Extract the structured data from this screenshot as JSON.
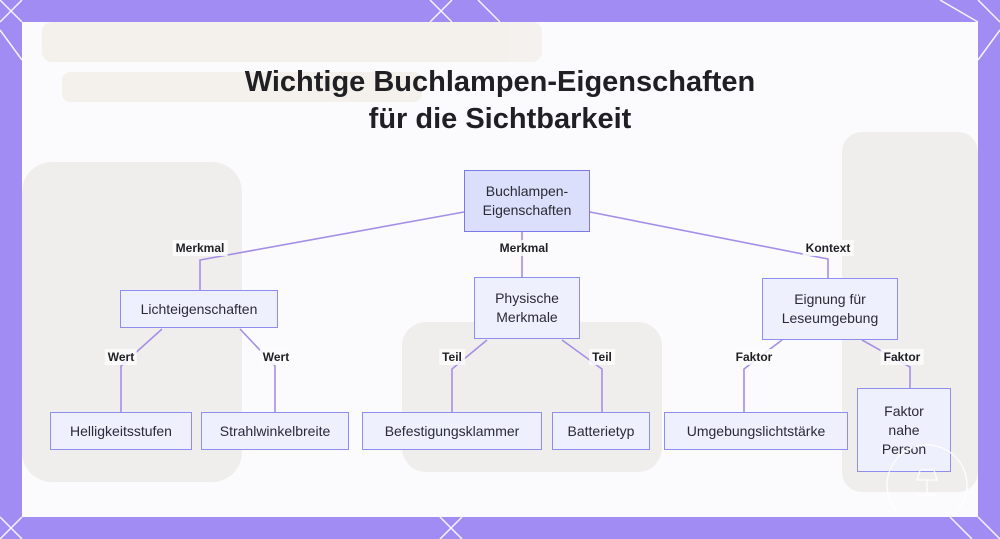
{
  "colors": {
    "frame": "#a18cf3",
    "card": "#fbfbfd",
    "node_fill": "#eef0fd",
    "root_fill": "#dcdffb",
    "node_border": "#8f8ef0",
    "edge": "#a48fe6",
    "text": "#1f1f24"
  },
  "title": {
    "line1": "Wichtige Buchlampen-Eigenschaften",
    "line2": "für die Sichtbarkeit"
  },
  "nodes": {
    "root": "Buchlampen-\nEigenschaften",
    "light": "Lichteigenschaften",
    "physical": "Physische\nMerkmale",
    "suitability": "Eignung für\nLeseumgebung",
    "brightness": "Helligkeitsstufen",
    "beam": "Strahlwinkelbreite",
    "clip": "Befestigungsklammer",
    "battery": "Batterietyp",
    "ambient": "Umgebungslichtstärke",
    "near_person": "Faktor\nnahe\nPerson"
  },
  "edge_labels": {
    "root_light": "Merkmal",
    "root_physical": "Merkmal",
    "root_suitability": "Kontext",
    "light_brightness": "Wert",
    "light_beam": "Wert",
    "physical_clip": "Teil",
    "physical_battery": "Teil",
    "suitability_ambient": "Faktor",
    "suitability_near_person": "Faktor"
  }
}
